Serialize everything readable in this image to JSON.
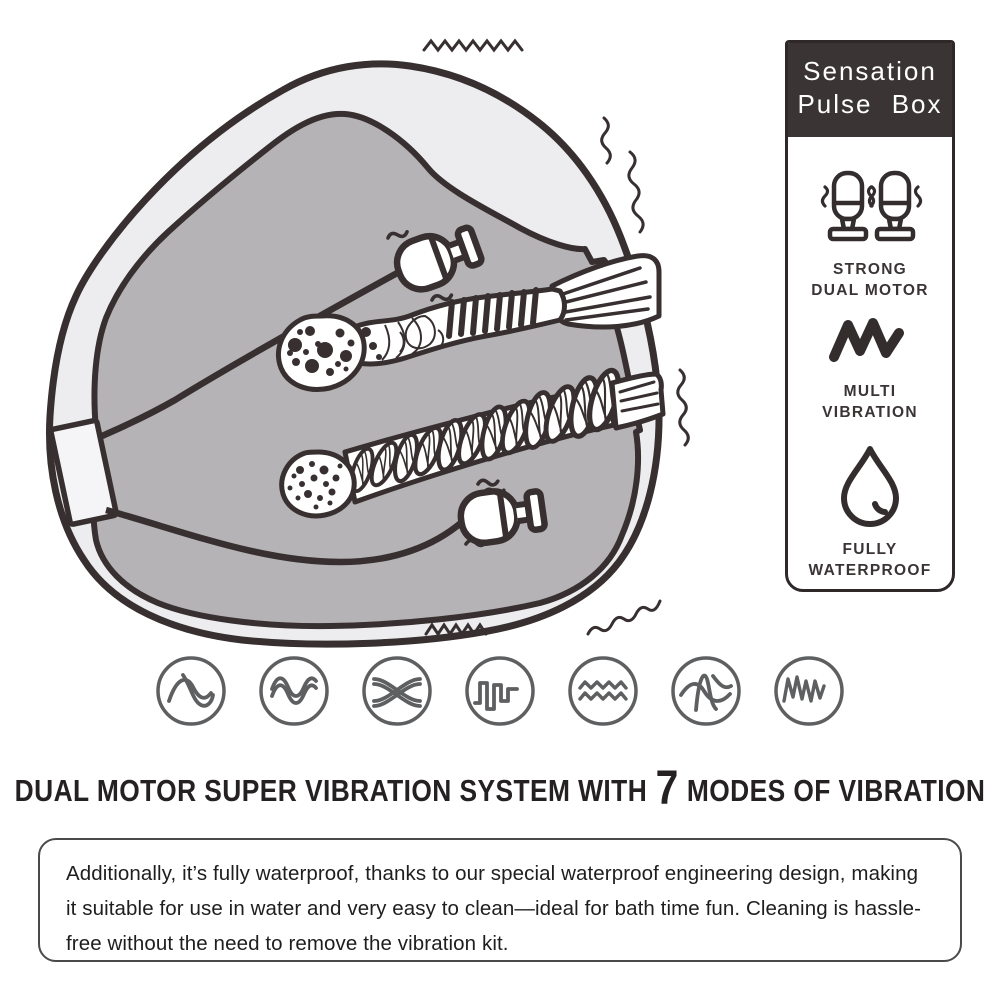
{
  "panel": {
    "title_lines": [
      "Sensation",
      "Pulse Box"
    ],
    "features": [
      {
        "icon": "dual-motor-icon",
        "lines": [
          "STRONG",
          "DUAL MOTOR"
        ]
      },
      {
        "icon": "multi-vibration-icon",
        "lines": [
          "MULTI",
          "VIBRATION"
        ]
      },
      {
        "icon": "waterproof-drop-icon",
        "lines": [
          "FULLY",
          "WATERPROOF"
        ]
      }
    ]
  },
  "modes": {
    "count": 7,
    "icons": [
      "wave-mix",
      "double-wave",
      "cross-wave",
      "pulse-wave",
      "double-zigzag",
      "wave-spike",
      "dense-zigzag"
    ]
  },
  "headline": {
    "prefix": "DUAL MOTOR SUPER VIBRATION SYSTEM WITH",
    "number": "7",
    "suffix": "MODES OF VIBRATION"
  },
  "description": {
    "text": "Additionally, it’s fully waterproof, thanks to our special waterproof engineering design, making it suitable for use in water and very easy to clean—ideal for bath time fun. Cleaning is hassle-free without the need to remove the vibration kit."
  },
  "illustration": {
    "subject": "cutaway-view-of-dual-channel-vibrating-sleeve",
    "parts": [
      "outer-sleeve-body",
      "inner-cutaway",
      "upper-textured-tunnel",
      "lower-ribbed-tunnel",
      "upper-bullet-motor",
      "lower-bullet-motor",
      "charging-port",
      "vibration-squiggles"
    ]
  },
  "colors": {
    "line_dark": "#372f30",
    "sleeve_light": "#ededef",
    "cutaway_gray": "#b5b3b5",
    "panel_header_bg": "#3a3435",
    "mode_icon_gray": "#5e5f61",
    "text_dark": "#252122"
  }
}
